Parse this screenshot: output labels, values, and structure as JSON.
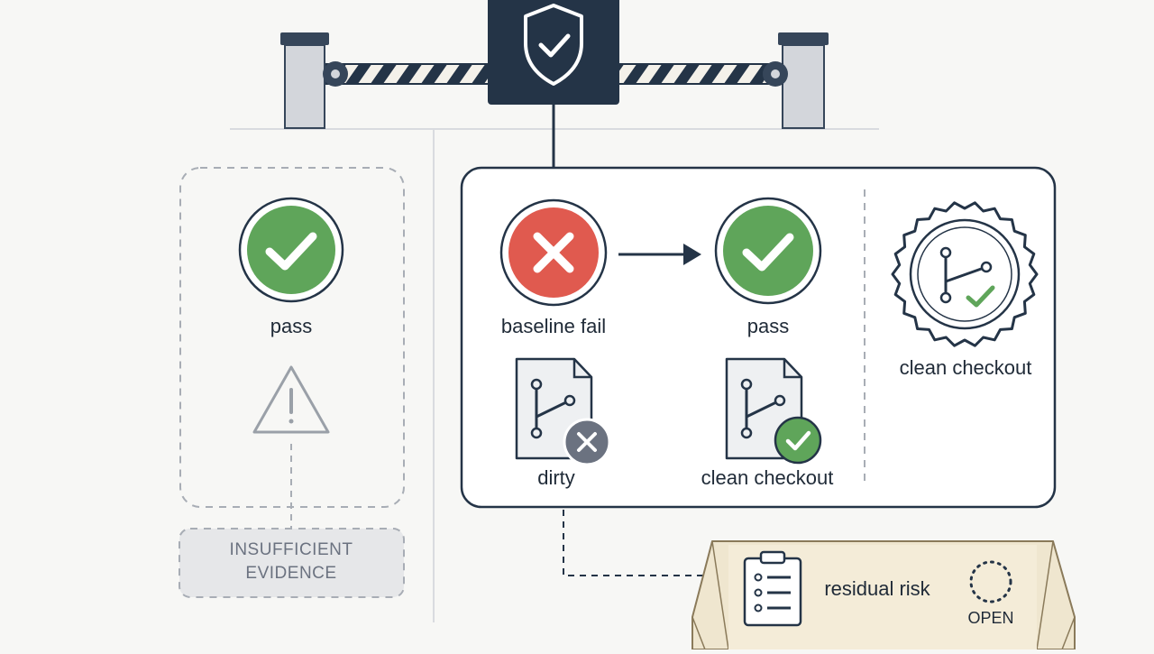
{
  "left_panel": {
    "check_label": "pass",
    "evidence_line1": "INSUFFICIENT",
    "evidence_line2": "EVIDENCE"
  },
  "right_panel": {
    "fail_label": "baseline fail",
    "pass_label": "pass",
    "dirty_label": "dirty",
    "clean_doc_label": "clean checkout",
    "seal_label": "clean checkout"
  },
  "risk_tray": {
    "label": "residual risk",
    "status": "OPEN"
  },
  "colors": {
    "navy": "#243447",
    "green": "#5fa55a",
    "red": "#e05a4f",
    "gray": "#6b7280",
    "tray": "#efe6cf"
  },
  "icons": [
    "shield-check-icon",
    "check-circle-icon",
    "x-circle-icon",
    "arrow-right-icon",
    "warning-icon",
    "git-doc-icon",
    "seal-icon",
    "clipboard-icon",
    "dotted-circle-icon"
  ]
}
